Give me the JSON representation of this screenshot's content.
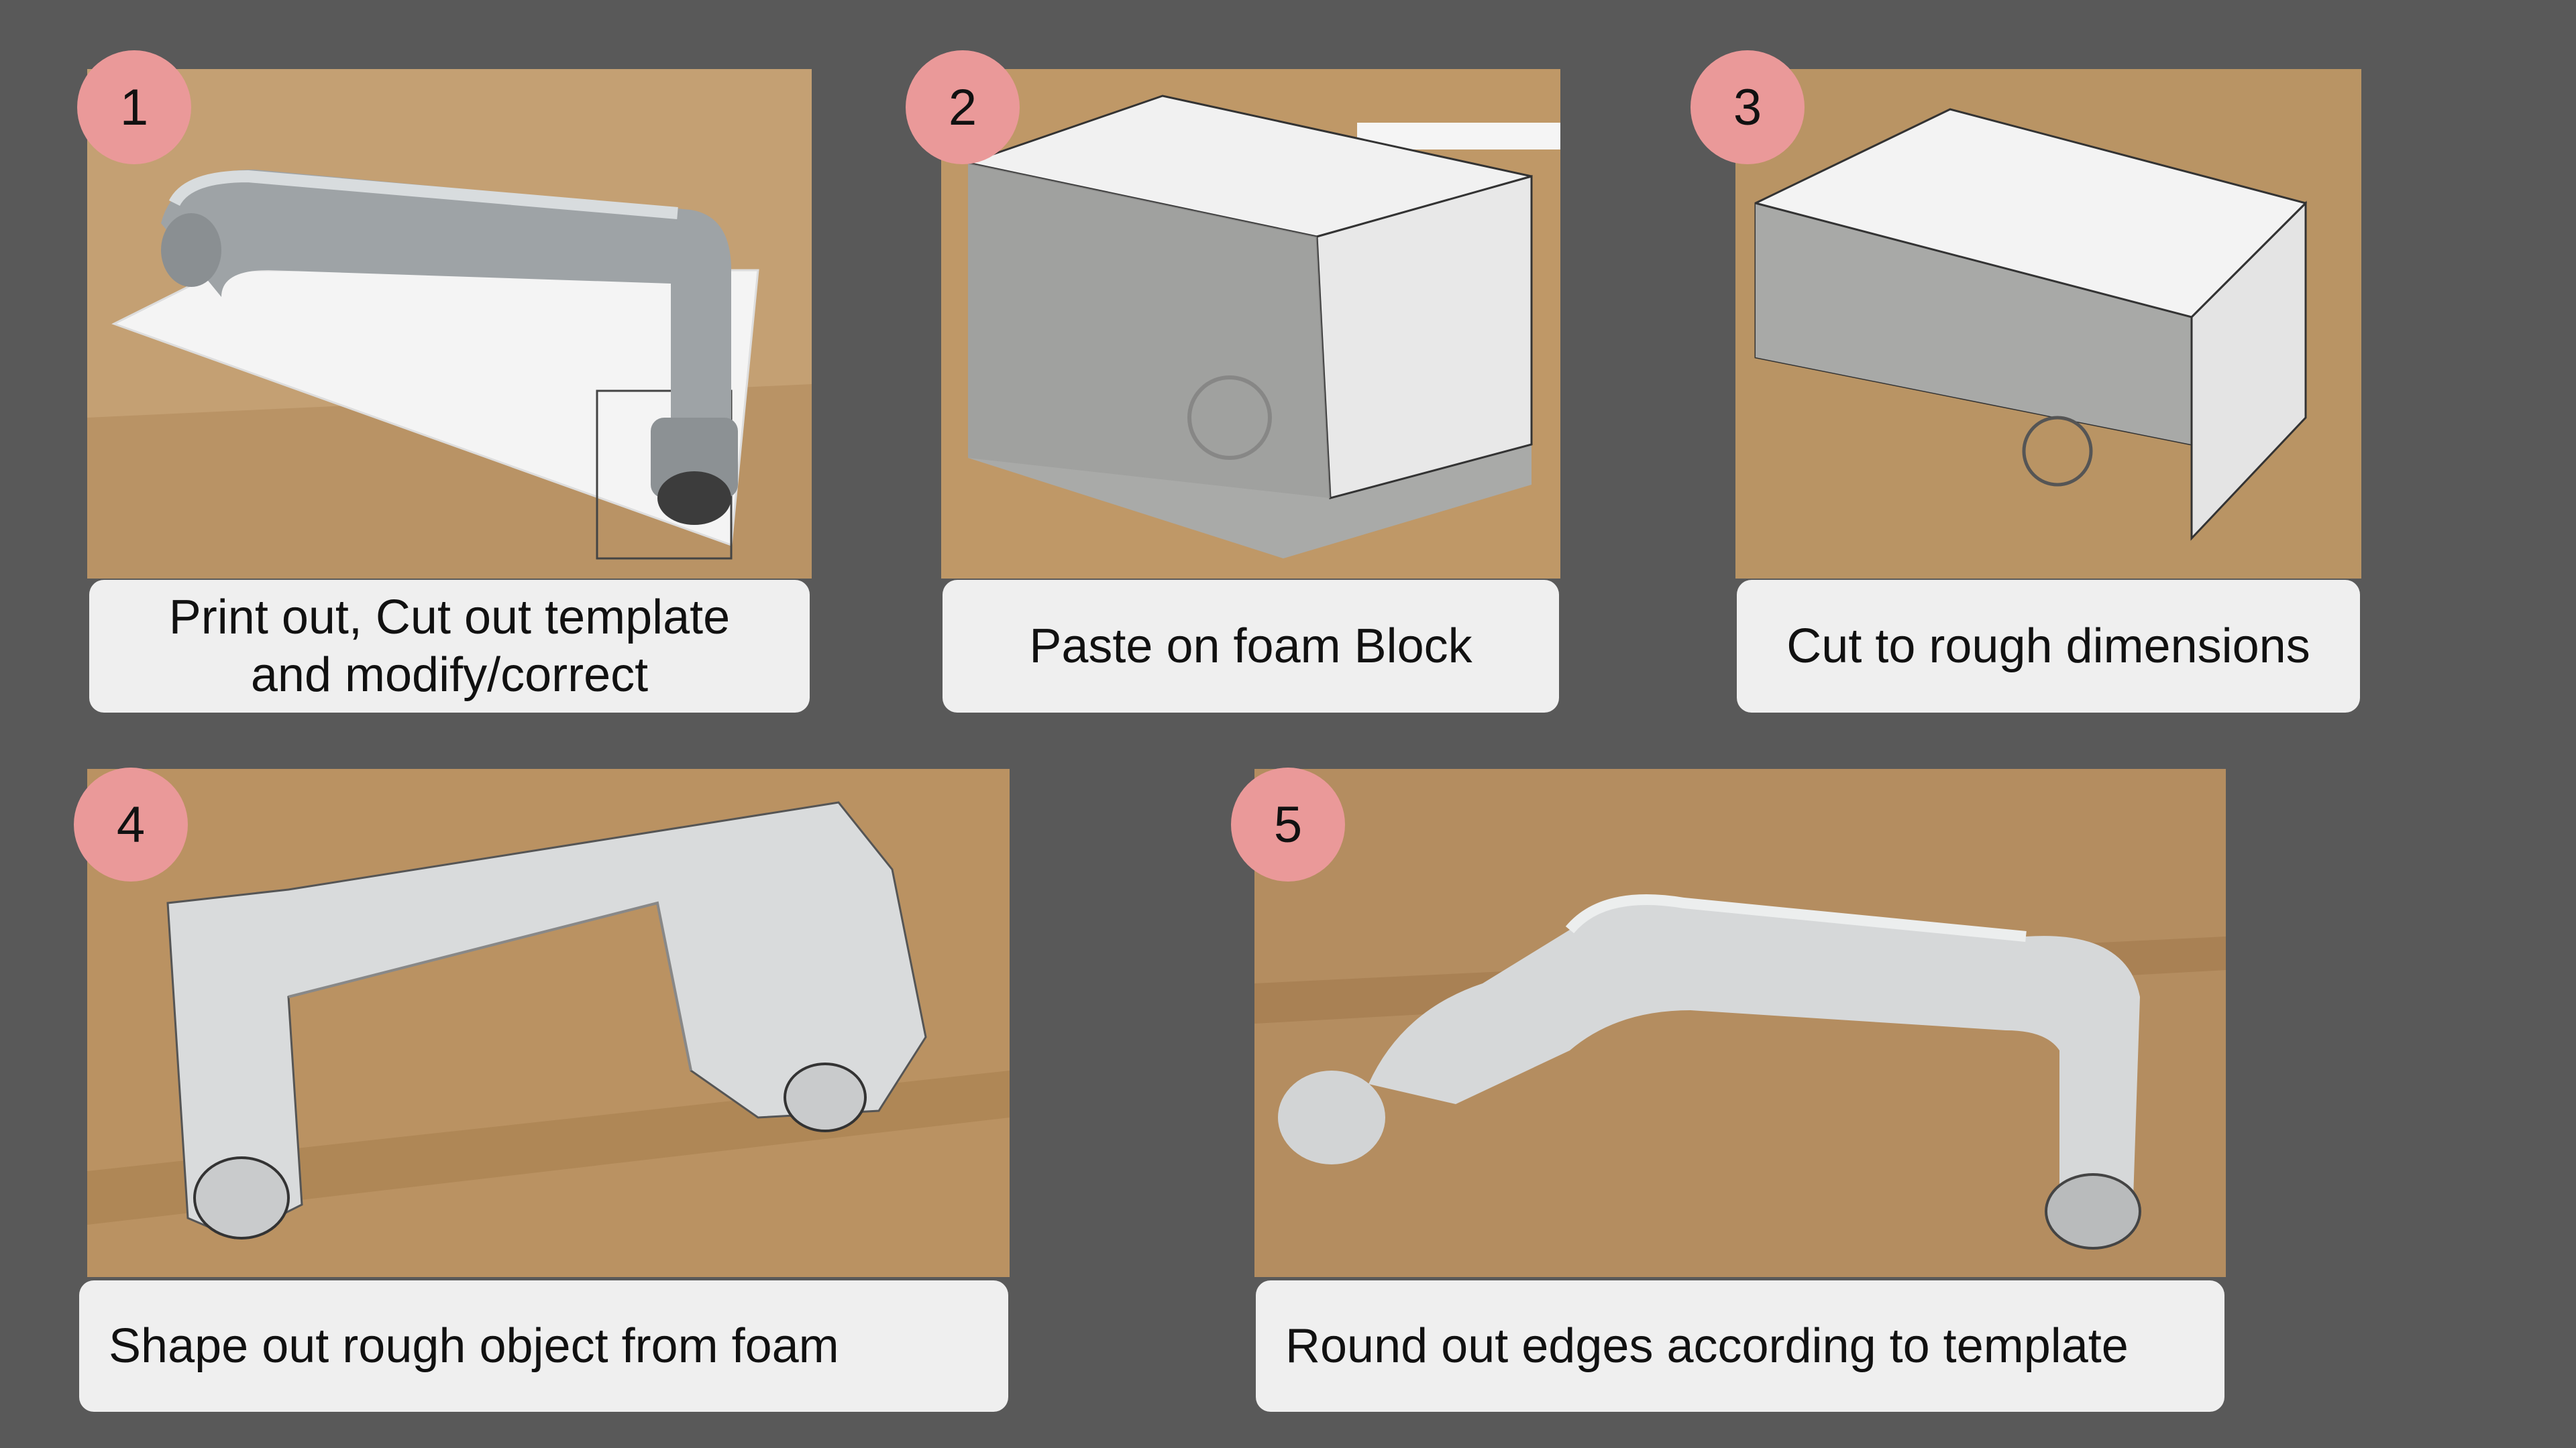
{
  "steps": [
    {
      "number": "1",
      "caption": "Print out, Cut out template\nand modify/correct"
    },
    {
      "number": "2",
      "caption": "Paste on foam Block"
    },
    {
      "number": "3",
      "caption": "Cut to rough dimensions"
    },
    {
      "number": "4",
      "caption": "Shape out rough object from foam"
    },
    {
      "number": "5",
      "caption": "Round out edges according to template"
    }
  ],
  "colors": {
    "background": "#595959",
    "caption_box": "#efefef",
    "badge": "#ea9999"
  }
}
